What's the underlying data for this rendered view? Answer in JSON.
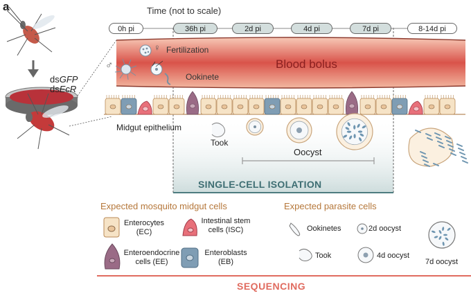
{
  "panel_label": "a",
  "timeline": {
    "title": "Time (not to scale)",
    "points": [
      "0h pi",
      "36h pi",
      "2d pi",
      "4d pi",
      "7d pi",
      "8-14d pi"
    ]
  },
  "treatment": {
    "line1_prefix": "ds",
    "line1_gene": "GFP",
    "line2_prefix": "ds",
    "line2_gene": "EcR"
  },
  "stages": {
    "fertilization": "Fertilization",
    "male_symbol": "♂",
    "female_symbol": "♀",
    "blood_bolus": "Blood bolus",
    "ookinete": "Ookinete",
    "midgut_epithelium": "Midgut epithelium",
    "took": "Took",
    "oocyst": "Oocyst"
  },
  "isolation_label": "SINGLE-CELL ISOLATION",
  "legend": {
    "mosquito_heading": "Expected mosquito midgut cells",
    "parasite_heading": "Expected parasite cells",
    "mosquito_cells": [
      {
        "line1": "Enterocytes",
        "line2": "(EC)"
      },
      {
        "line1": "Intestinal stem",
        "line2": "cells (ISC)"
      },
      {
        "line1": "Enteroendocrine",
        "line2": "cells (EE)"
      },
      {
        "line1": "Enteroblasts",
        "line2": "(EB)"
      }
    ],
    "parasite_cells": [
      "Ookinetes",
      "2d oocyst",
      "Took",
      "4d oocyst",
      "7d oocyst"
    ]
  },
  "sequencing_label": "SEQUENCING",
  "colors": {
    "blood": "#d9534a",
    "blood_light": "#f3b8a3",
    "enterocyte": "#f6e3c6",
    "isc": "#e8707a",
    "ee": "#9a6b86",
    "eb": "#7f9db4",
    "isolation_bg": "#d7e3e3",
    "isolation_text": "#3e6e73",
    "heading_orange": "#b5773a",
    "sequencing": "#e06b5f",
    "timeline_active": "#d3dedd"
  }
}
